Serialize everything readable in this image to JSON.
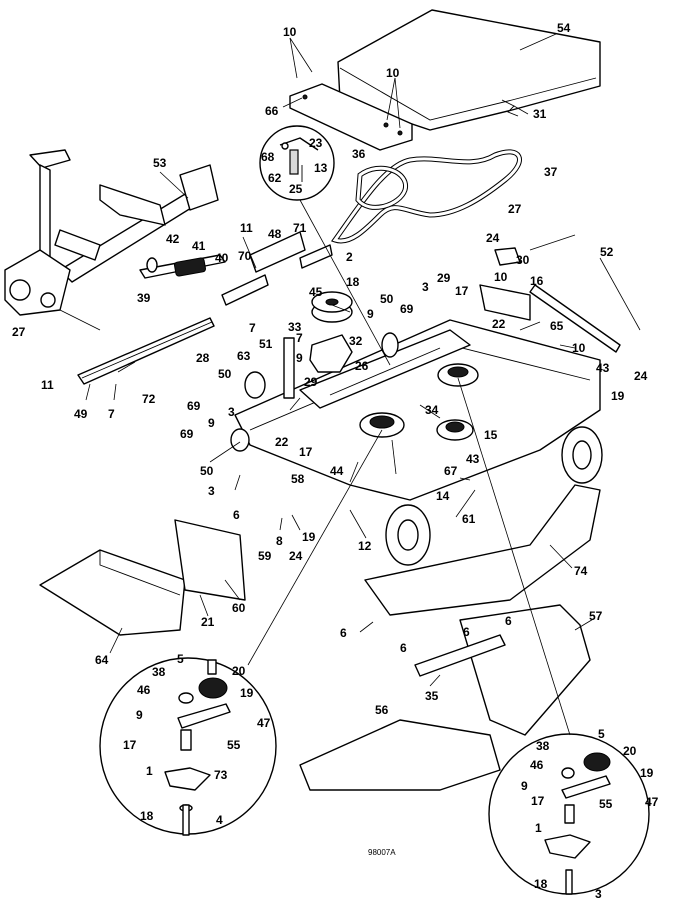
{
  "drawing_number": "98007A",
  "callouts": [
    {
      "id": "c1",
      "text": "10"
    },
    {
      "id": "c2",
      "text": "54"
    },
    {
      "id": "c3",
      "text": "10"
    },
    {
      "id": "c4",
      "text": "66"
    },
    {
      "id": "c5",
      "text": "31"
    },
    {
      "id": "c6",
      "text": "23"
    },
    {
      "id": "c7",
      "text": "68"
    },
    {
      "id": "c8",
      "text": "13"
    },
    {
      "id": "c9",
      "text": "62"
    },
    {
      "id": "c10",
      "text": "25"
    },
    {
      "id": "c11",
      "text": "36"
    },
    {
      "id": "c12",
      "text": "37"
    },
    {
      "id": "c13",
      "text": "53"
    },
    {
      "id": "c14",
      "text": "27"
    },
    {
      "id": "c15",
      "text": "24"
    },
    {
      "id": "c16",
      "text": "30"
    },
    {
      "id": "c17",
      "text": "52"
    },
    {
      "id": "c18",
      "text": "11"
    },
    {
      "id": "c19",
      "text": "48"
    },
    {
      "id": "c20",
      "text": "71"
    },
    {
      "id": "c21",
      "text": "42"
    },
    {
      "id": "c22",
      "text": "41"
    },
    {
      "id": "c23",
      "text": "40"
    },
    {
      "id": "c24",
      "text": "70"
    },
    {
      "id": "c25",
      "text": "2"
    },
    {
      "id": "c26",
      "text": "18"
    },
    {
      "id": "c27",
      "text": "10"
    },
    {
      "id": "c28",
      "text": "16"
    },
    {
      "id": "c29",
      "text": "29"
    },
    {
      "id": "c30",
      "text": "17"
    },
    {
      "id": "c31",
      "text": "39"
    },
    {
      "id": "c32",
      "text": "45"
    },
    {
      "id": "c33",
      "text": "50"
    },
    {
      "id": "c34",
      "text": "3"
    },
    {
      "id": "c35",
      "text": "22"
    },
    {
      "id": "c36",
      "text": "65"
    },
    {
      "id": "c37",
      "text": "27"
    },
    {
      "id": "c38",
      "text": "7"
    },
    {
      "id": "c39",
      "text": "7"
    },
    {
      "id": "c40",
      "text": "9"
    },
    {
      "id": "c41",
      "text": "69"
    },
    {
      "id": "c42",
      "text": "33"
    },
    {
      "id": "c43",
      "text": "32"
    },
    {
      "id": "c44",
      "text": "10"
    },
    {
      "id": "c45",
      "text": "51"
    },
    {
      "id": "c46",
      "text": "43"
    },
    {
      "id": "c47",
      "text": "24"
    },
    {
      "id": "c48",
      "text": "11"
    },
    {
      "id": "c49",
      "text": "28"
    },
    {
      "id": "c50",
      "text": "9"
    },
    {
      "id": "c51",
      "text": "26"
    },
    {
      "id": "c52",
      "text": "63"
    },
    {
      "id": "c53",
      "text": "50"
    },
    {
      "id": "c54",
      "text": "29"
    },
    {
      "id": "c55",
      "text": "19"
    },
    {
      "id": "c56",
      "text": "49"
    },
    {
      "id": "c57",
      "text": "7"
    },
    {
      "id": "c58",
      "text": "72"
    },
    {
      "id": "c59",
      "text": "69"
    },
    {
      "id": "c60",
      "text": "3"
    },
    {
      "id": "c61",
      "text": "34"
    },
    {
      "id": "c62",
      "text": "15"
    },
    {
      "id": "c63",
      "text": "9"
    },
    {
      "id": "c64",
      "text": "22"
    },
    {
      "id": "c65",
      "text": "69"
    },
    {
      "id": "c66",
      "text": "17"
    },
    {
      "id": "c67",
      "text": "67"
    },
    {
      "id": "c68",
      "text": "43"
    },
    {
      "id": "c69",
      "text": "50"
    },
    {
      "id": "c70",
      "text": "44"
    },
    {
      "id": "c71",
      "text": "3"
    },
    {
      "id": "c72",
      "text": "58"
    },
    {
      "id": "c73",
      "text": "14"
    },
    {
      "id": "c74",
      "text": "6"
    },
    {
      "id": "c75",
      "text": "61"
    },
    {
      "id": "c76",
      "text": "12"
    },
    {
      "id": "c77",
      "text": "19"
    },
    {
      "id": "c78",
      "text": "8"
    },
    {
      "id": "c79",
      "text": "59"
    },
    {
      "id": "c80",
      "text": "24"
    },
    {
      "id": "c81",
      "text": "74"
    },
    {
      "id": "c82",
      "text": "21"
    },
    {
      "id": "c83",
      "text": "60"
    },
    {
      "id": "c84",
      "text": "64"
    },
    {
      "id": "c85",
      "text": "6"
    },
    {
      "id": "c86",
      "text": "6"
    },
    {
      "id": "c87",
      "text": "6"
    },
    {
      "id": "c88",
      "text": "6"
    },
    {
      "id": "c89",
      "text": "57"
    },
    {
      "id": "c90",
      "text": "35"
    },
    {
      "id": "c91",
      "text": "5"
    },
    {
      "id": "c92",
      "text": "20"
    },
    {
      "id": "c93",
      "text": "38"
    },
    {
      "id": "c94",
      "text": "46"
    },
    {
      "id": "c95",
      "text": "19"
    },
    {
      "id": "c96",
      "text": "9"
    },
    {
      "id": "c97",
      "text": "47"
    },
    {
      "id": "c98",
      "text": "17"
    },
    {
      "id": "c99",
      "text": "55"
    },
    {
      "id": "c100",
      "text": "1"
    },
    {
      "id": "c101",
      "text": "73"
    },
    {
      "id": "c102",
      "text": "18"
    },
    {
      "id": "c103",
      "text": "4"
    },
    {
      "id": "c104",
      "text": "56"
    },
    {
      "id": "c105",
      "text": "5"
    },
    {
      "id": "c106",
      "text": "20"
    },
    {
      "id": "c107",
      "text": "38"
    },
    {
      "id": "c108",
      "text": "46"
    },
    {
      "id": "c109",
      "text": "19"
    },
    {
      "id": "c110",
      "text": "9"
    },
    {
      "id": "c111",
      "text": "47"
    },
    {
      "id": "c112",
      "text": "17"
    },
    {
      "id": "c113",
      "text": "55"
    },
    {
      "id": "c114",
      "text": "1"
    },
    {
      "id": "c115",
      "text": "18"
    },
    {
      "id": "c116",
      "text": "3"
    }
  ]
}
